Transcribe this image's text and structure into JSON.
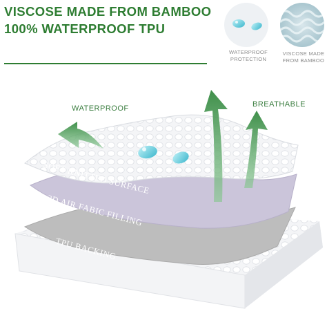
{
  "header": {
    "line1": "VISCOSE MADE FROM BAMBOO",
    "line2": "100% WATERPROOF TPU"
  },
  "badges": [
    {
      "icon": "water-drops-icon",
      "caption_lines": [
        "WATERPROOF",
        "PROTECTION"
      ]
    },
    {
      "icon": "bamboo-fiber-icon",
      "caption_lines": [
        "VISCOSE MADE",
        "FROM BAMBOO"
      ]
    }
  ],
  "callouts": {
    "waterproof": "WATERPROOF",
    "breathable": "BREATHABLE"
  },
  "layers": [
    {
      "label": "SOFT KNITTED SURFACE"
    },
    {
      "label": "3D AIR FABIC FILLING"
    },
    {
      "label": "TPU BACKING"
    }
  ],
  "colors": {
    "brand_green": "#2e7d32",
    "arrow_green": "#4a9a55",
    "water_blue": "#5fc8d8",
    "layer_purple": "#c9c3d8",
    "layer_gray": "#b9b9b9"
  }
}
